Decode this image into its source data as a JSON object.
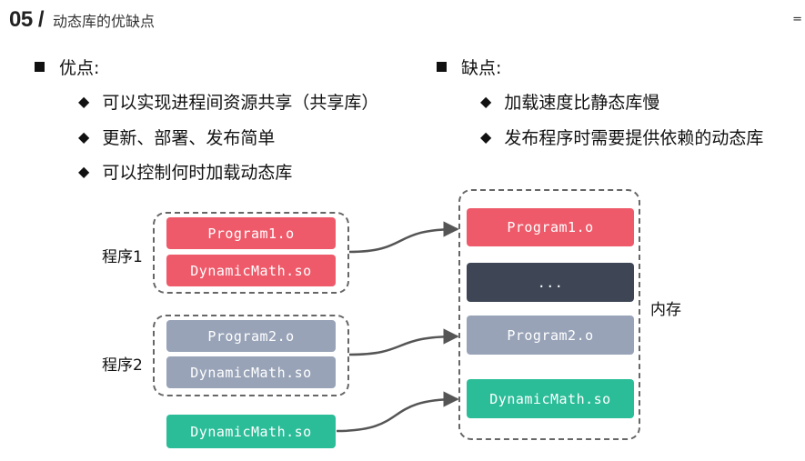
{
  "header": {
    "number": "05 /",
    "title": "动态库的优缺点",
    "corner": "="
  },
  "pros": {
    "title": "优点:",
    "items": [
      "可以实现进程间资源共享（共享库）",
      "更新、部署、发布简单",
      "可以控制何时加载动态库"
    ]
  },
  "cons": {
    "title": "缺点:",
    "items": [
      "加载速度比静态库慢",
      "发布程序时需要提供依赖的动态库"
    ]
  },
  "diagram": {
    "program1": {
      "label": "程序1",
      "boxes": [
        "Program1.o",
        "DynamicMath.so"
      ]
    },
    "program2": {
      "label": "程序2",
      "boxes": [
        "Program2.o",
        "DynamicMath.so"
      ]
    },
    "standalone": "DynamicMath.so",
    "memory": {
      "label": "内存",
      "boxes": [
        "Program1.o",
        "...",
        "Program2.o",
        "DynamicMath.so"
      ]
    }
  },
  "colors": {
    "red": "#ee5a6a",
    "gray": "#98a3b8",
    "dark": "#3e4656",
    "green": "#2bbd98"
  }
}
